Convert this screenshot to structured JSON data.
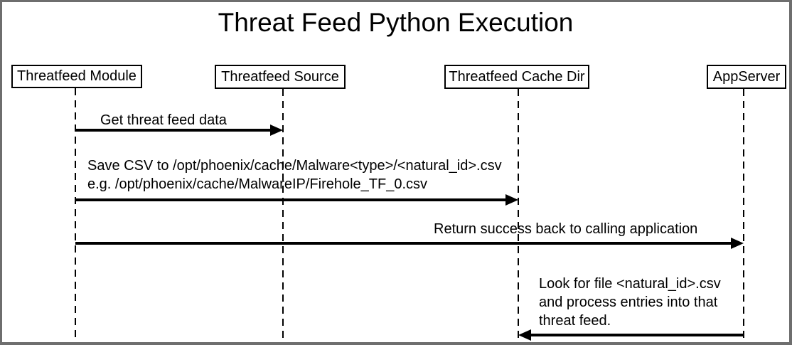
{
  "title": "Threat Feed Python Execution",
  "actors": [
    {
      "label": "Threatfeed Module"
    },
    {
      "label": "Threatfeed Source"
    },
    {
      "label": "Threatfeed Cache Dir"
    },
    {
      "label": "AppServer"
    }
  ],
  "messages": [
    {
      "label": "Get threat feed data",
      "from": "Threatfeed Module",
      "to": "Threatfeed Source",
      "direction": "right"
    },
    {
      "lines": [
        "Save CSV to /opt/phoenix/cache/Malware<type>/<natural_id>.csv",
        "e.g. /opt/phoenix/cache/MalwareIP/Firehole_TF_0.csv"
      ],
      "from": "Threatfeed Module",
      "to": "Threatfeed Cache Dir",
      "direction": "right"
    },
    {
      "label": "Return success back to calling application",
      "from": "Threatfeed Module",
      "to": "AppServer",
      "direction": "right"
    },
    {
      "lines": [
        "Look for file <natural_id>.csv",
        "and process entries into that",
        "threat feed."
      ],
      "from": "AppServer",
      "to": "Threatfeed Cache Dir",
      "direction": "left"
    }
  ]
}
